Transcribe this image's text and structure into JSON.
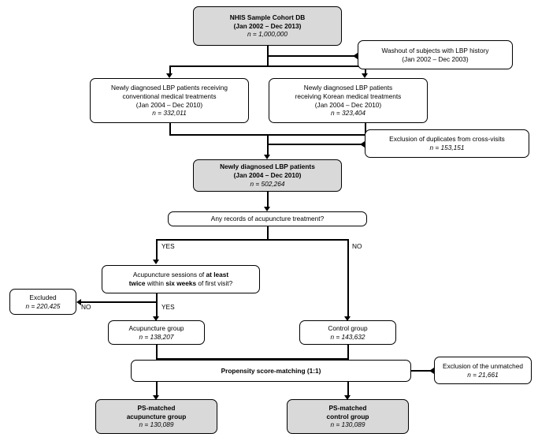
{
  "diagram": {
    "title": "NHIS Sample Cohort LBP study flow diagram",
    "nodes": {
      "cohort_db": {
        "line1": "NHIS Sample Cohort DB",
        "line2": "(Jan 2002 – Dec 2013)",
        "line3": "n = 1,000,000"
      },
      "washout": {
        "line1": "Washout of subjects with LBP history",
        "line2": "(Jan 2002 – Dec 2003)"
      },
      "conventional": {
        "line1": "Newly diagnosed LBP patients receiving",
        "line2": "conventional medical treatments",
        "line3": "(Jan 2004 – Dec 2010)",
        "line4": "n = 332,011"
      },
      "korean": {
        "line1": "Newly diagnosed LBP patients",
        "line2": "receiving Korean medical treatments",
        "line3": "(Jan 2004 – Dec 2010)",
        "line4": "n = 323,404"
      },
      "duplicates": {
        "line1": "Exclusion of duplicates from cross-visits",
        "line2": "n = 153,151"
      },
      "newly_diagnosed": {
        "line1": "Newly diagnosed LBP patients",
        "line2": "(Jan 2004 – Dec 2010)",
        "line3": "n = 502,264"
      },
      "any_records": {
        "line1": "Any records of acupuncture treatment?"
      },
      "sessions": {
        "line1_a": "Acupuncture sessions of ",
        "line1_b": "at least",
        "line2_a": "twice",
        "line2_b": " within ",
        "line2_c": "six weeks",
        "line2_d": " of first visit?"
      },
      "excluded": {
        "line1": "Excluded",
        "line2": "n = 220,425"
      },
      "acupuncture_group": {
        "line1": "Acupuncture group",
        "line2": "n = 138,207"
      },
      "control_group": {
        "line1": "Control group",
        "line2": "n = 143,632"
      },
      "psm": {
        "line1": "Propensity score-matching (1:1)"
      },
      "unmatched": {
        "line1": "Exclusion of the unmatched",
        "line2": "n = 21,661"
      },
      "ps_acupuncture": {
        "line1": "PS-matched",
        "line2": "acupuncture group",
        "line3": "n = 130,089"
      },
      "ps_control": {
        "line1": "PS-matched",
        "line2": "control group",
        "line3": "n = 130,089"
      }
    },
    "edge_labels": {
      "yes_left": "YES",
      "no_right": "NO",
      "yes_lower": "YES",
      "no_lower": "NO"
    },
    "colors": {
      "shaded_fill": "#d9d9d9",
      "stroke": "#000000",
      "background": "#ffffff"
    }
  }
}
